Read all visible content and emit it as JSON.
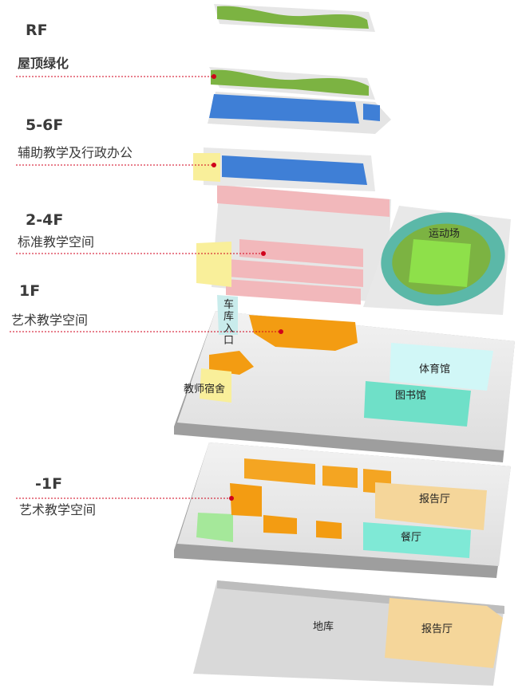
{
  "labels": {
    "rf": {
      "floor": "RF",
      "desc": "屋顶绿化"
    },
    "f56": {
      "floor": "5-6F",
      "desc": "辅助教学及行政办公"
    },
    "f24": {
      "floor": "2-4F",
      "desc": "标准教学空间"
    },
    "f1": {
      "floor": "1F",
      "desc": "艺术教学空间"
    },
    "b1": {
      "floor": "-1F",
      "desc": "艺术教学空间"
    }
  },
  "rooms": {
    "sports_field": "运动场",
    "gym": "体育馆",
    "library": "图书馆",
    "garage_entrance": [
      "车",
      "库",
      "入",
      "口"
    ],
    "teacher_dorm": "教师宿舍",
    "lecture_hall": "报告厅",
    "dining": "餐厅",
    "basement": "地库",
    "basement_hall": "报告厅"
  },
  "colors": {
    "roof_green": "#7cb342",
    "office_blue": "#3f7fd6",
    "classroom_pink": "#f2b8bb",
    "art_orange": "#f39c12",
    "cyan": "#6fe0c8",
    "light_cyan": "#cdf7f7",
    "beige": "#f7d59a",
    "yellow": "#f9ef9a",
    "slab_gray": "#c9c9c9",
    "marker_red": "#d0021b"
  }
}
